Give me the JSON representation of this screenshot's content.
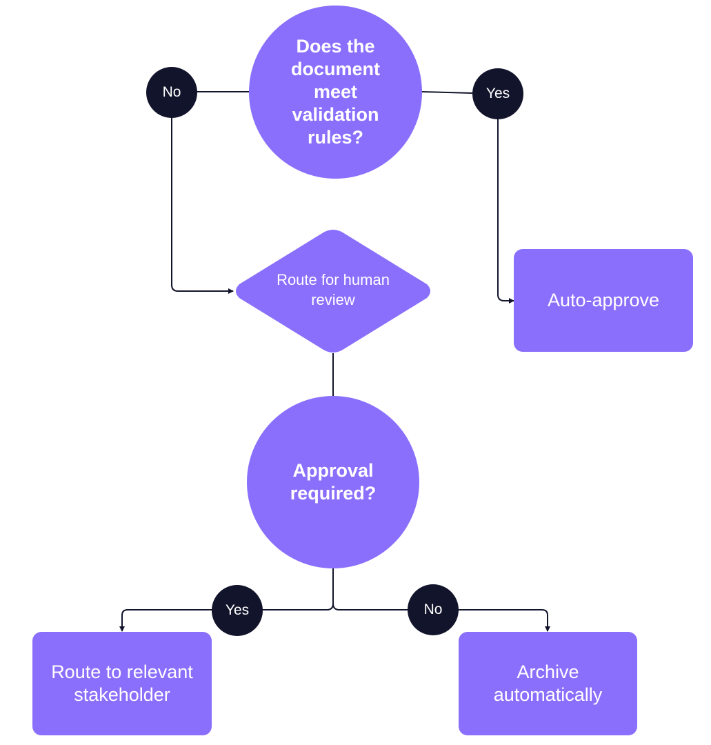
{
  "colors": {
    "node_fill": "#8a6ffc",
    "badge_fill": "#12142b",
    "connector": "#12142b",
    "text": "#ffffff"
  },
  "nodes": {
    "validation_question": "Does the document meet validation rules?",
    "human_review": "Route for human review",
    "auto_approve": "Auto-approve",
    "approval_question": "Approval required?",
    "route_stakeholder": "Route to relevant stakeholder",
    "archive": "Archive automatically"
  },
  "badges": {
    "top_no": "No",
    "top_yes": "Yes",
    "bottom_yes": "Yes",
    "bottom_no": "No"
  }
}
